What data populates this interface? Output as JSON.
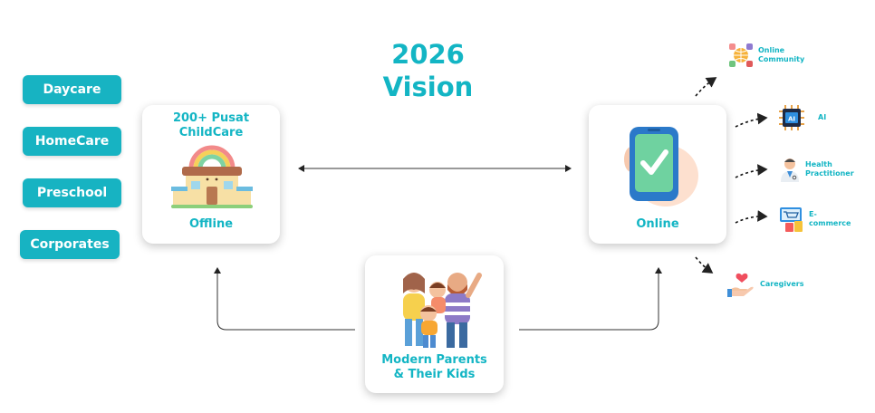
{
  "title": {
    "line1": "2026",
    "line2": "Vision"
  },
  "segments": [
    "Daycare",
    "HomeCare",
    "Preschool",
    "Corporates"
  ],
  "offline_card": {
    "heading_line1": "200+ Pusat",
    "heading_line2": "ChildCare",
    "label": "Offline"
  },
  "online_card": {
    "label": "Online"
  },
  "family_card": {
    "line1": "Modern Parents",
    "line2": "& Their Kids"
  },
  "online_services": [
    {
      "label": "Online Community",
      "icon": "globe-community-icon"
    },
    {
      "label": "AI",
      "icon": "ai-chip-icon"
    },
    {
      "label": "Health Practitioner",
      "icon": "doctor-icon"
    },
    {
      "label": "E-commerce",
      "icon": "shopping-icon"
    },
    {
      "label": "Caregivers",
      "icon": "caregiver-hands-icon"
    }
  ],
  "colors": {
    "accent": "#13b5c4",
    "pill": "#17b3c2",
    "phone": "#2b79c9",
    "check": "#6fd2a0"
  }
}
